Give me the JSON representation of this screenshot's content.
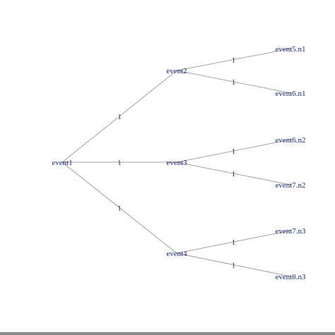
{
  "diagram": {
    "colors": {
      "edge": "#a0a0a0",
      "node_label": "#1a2a6e",
      "edge_label": "#1a2a6e",
      "background": "#ffffff"
    },
    "nodes": [
      {
        "id": "event1",
        "label": "event1"
      },
      {
        "id": "event2",
        "label": "event2"
      },
      {
        "id": "event3",
        "label": "event3"
      },
      {
        "id": "event4",
        "label": "event4"
      },
      {
        "id": "event5.n1",
        "label": "event5.n1"
      },
      {
        "id": "event6.n1",
        "label": "event6.n1"
      },
      {
        "id": "event6.n2",
        "label": "event6.n2"
      },
      {
        "id": "event7.n2",
        "label": "event7.n2"
      },
      {
        "id": "event7.n3",
        "label": "event7.n3"
      },
      {
        "id": "event8.n3",
        "label": "event8.n3"
      }
    ],
    "edges": [
      {
        "from": "event1",
        "to": "event2",
        "label": "1"
      },
      {
        "from": "event1",
        "to": "event3",
        "label": "1"
      },
      {
        "from": "event1",
        "to": "event4",
        "label": "1"
      },
      {
        "from": "event2",
        "to": "event5.n1",
        "label": "1"
      },
      {
        "from": "event2",
        "to": "event6.n1",
        "label": "1"
      },
      {
        "from": "event3",
        "to": "event6.n2",
        "label": "1"
      },
      {
        "from": "event3",
        "to": "event7.n2",
        "label": "1"
      },
      {
        "from": "event4",
        "to": "event7.n3",
        "label": "1"
      },
      {
        "from": "event4",
        "to": "event8.n3",
        "label": "1"
      }
    ]
  }
}
